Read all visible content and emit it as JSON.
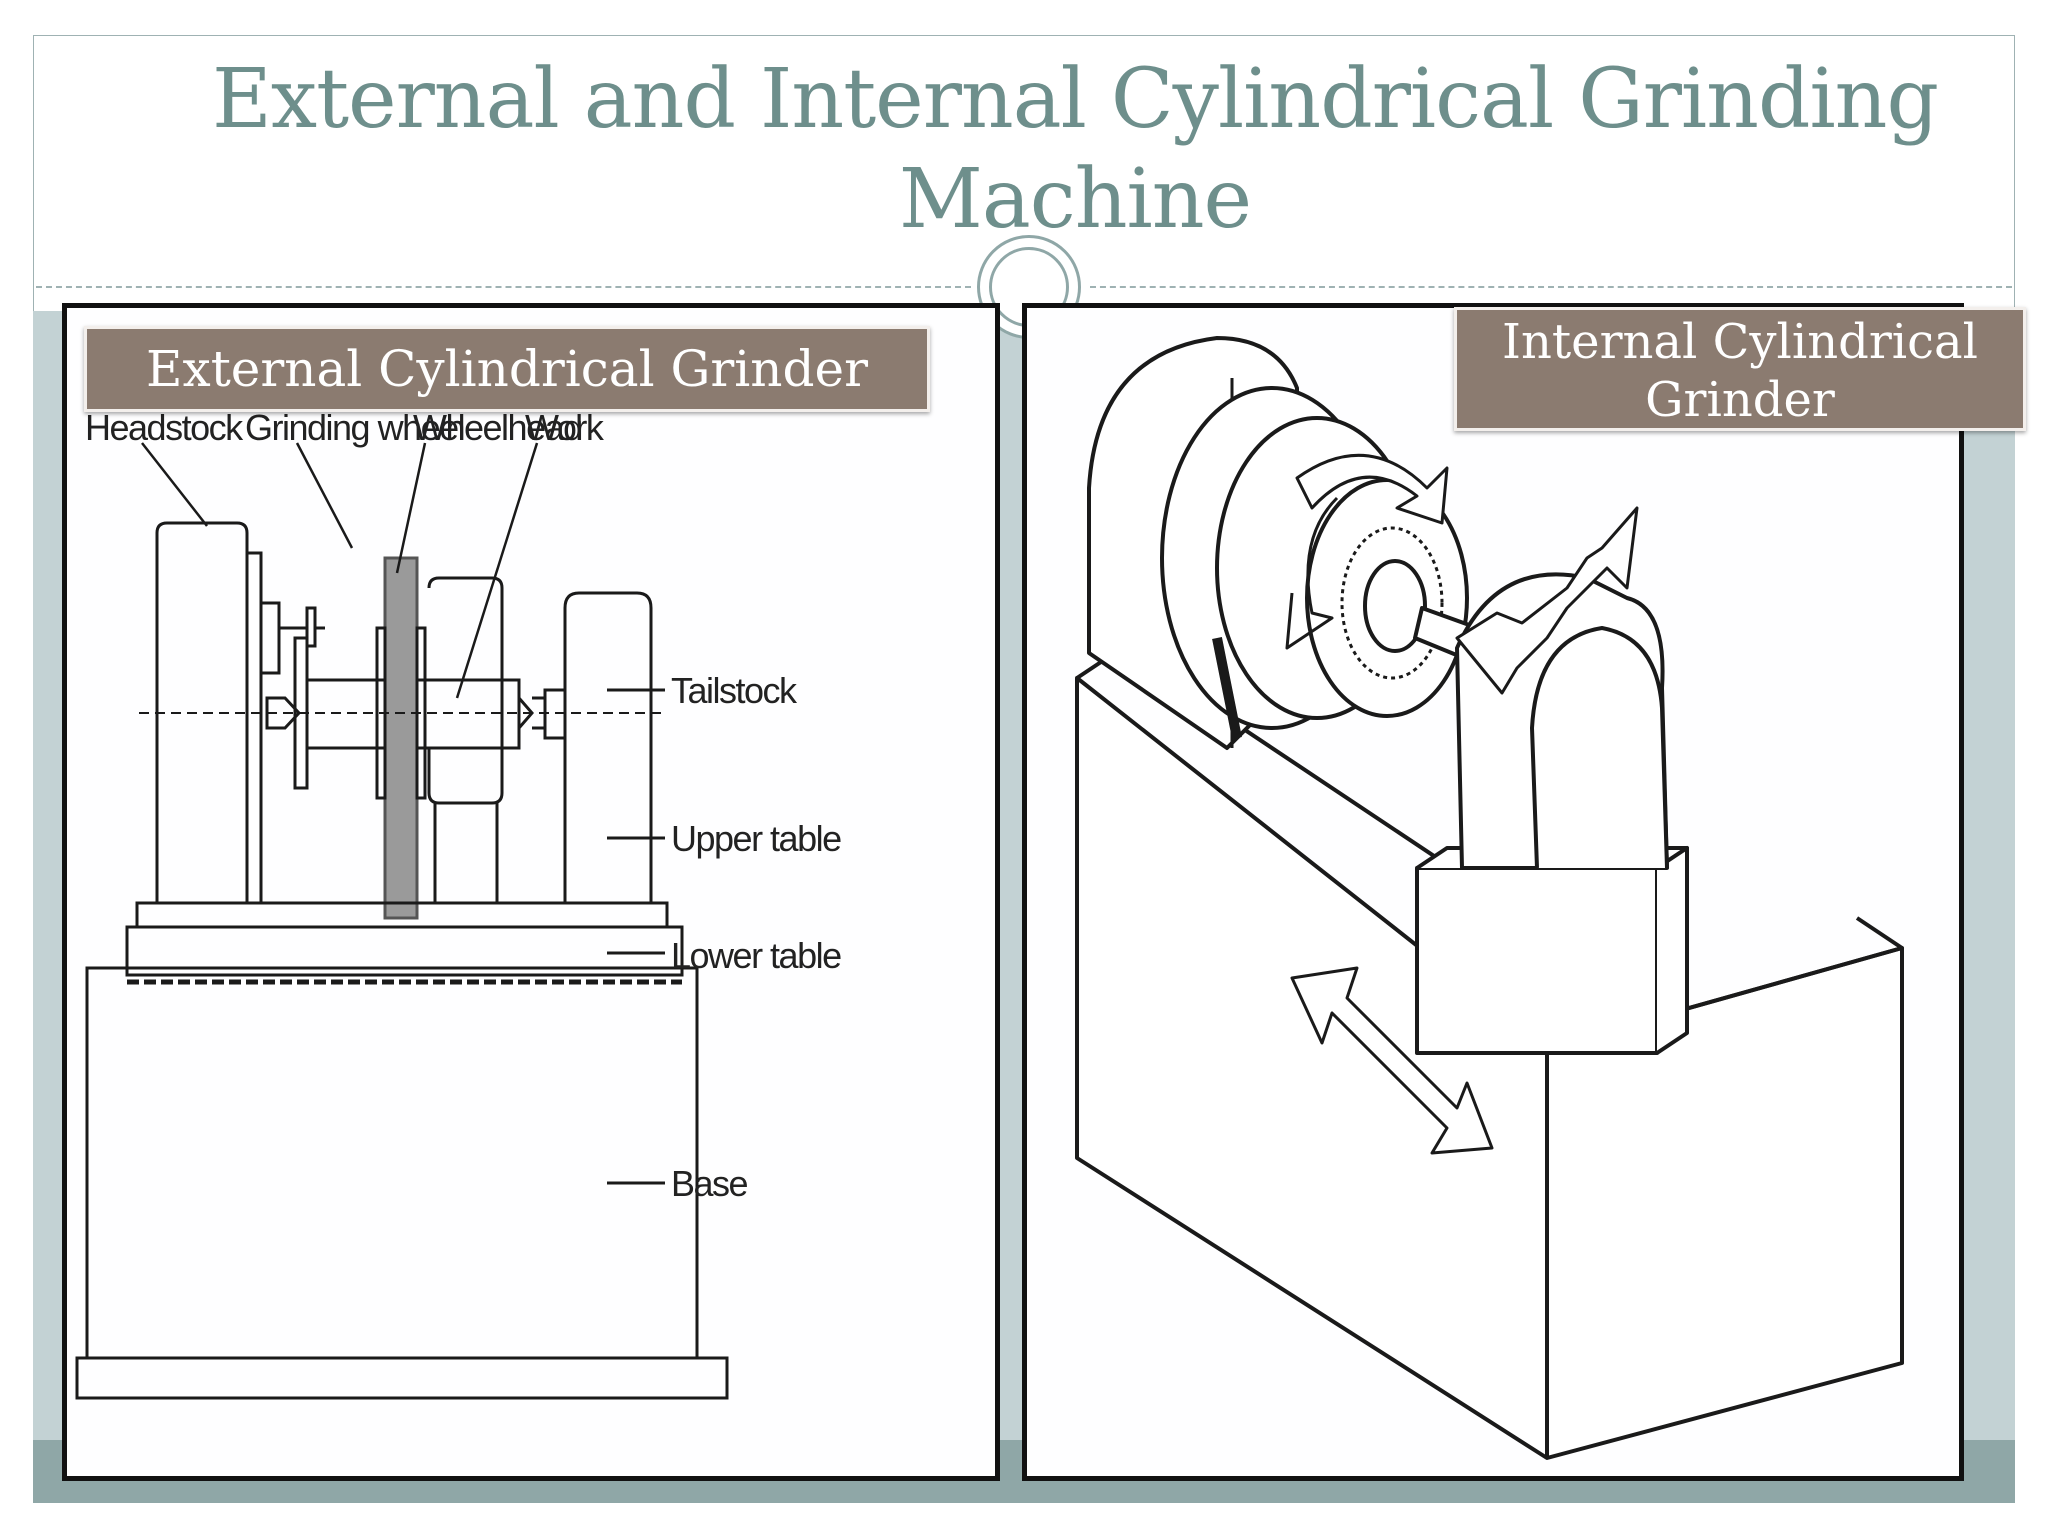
{
  "slide": {
    "title": "External and Internal Cylindrical Grinding Machine"
  },
  "external_panel": {
    "caption": "External Cylindrical Grinder",
    "labels": {
      "headstock": "Headstock",
      "grinding_wheel": "Grinding wheel",
      "wheelhead": "Wheelhead",
      "work": "Work",
      "tailstock": "Tailstock",
      "upper_table": "Upper table",
      "lower_table": "Lower table",
      "base": "Base"
    }
  },
  "internal_panel": {
    "caption": "Internal Cylindrical Grinder"
  },
  "colors": {
    "title": "#6e8f8c",
    "caption_bg": "#8b7b70",
    "band": "#c3d2d4",
    "strip": "#8fa7a7"
  }
}
